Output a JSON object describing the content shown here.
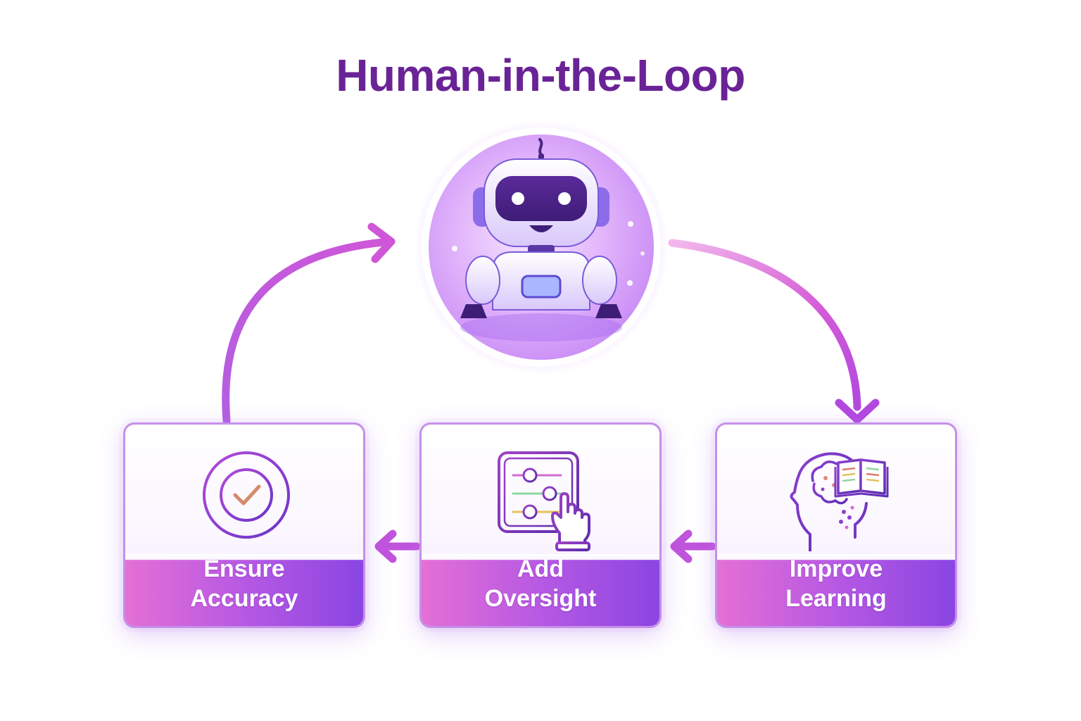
{
  "title": "Human-in-the-Loop",
  "cards": [
    {
      "id": "accuracy",
      "line1": "Ensure",
      "line2": "Accuracy",
      "icon": "target-check-icon"
    },
    {
      "id": "oversight",
      "line1": "Add",
      "line2": "Oversight",
      "icon": "control-panel-hand-icon"
    },
    {
      "id": "learning",
      "line1": "Improve",
      "line2": "Learning",
      "icon": "head-book-icon"
    }
  ],
  "center": {
    "icon": "robot-icon"
  },
  "colors": {
    "title": "#6a2396",
    "accent": "#b659e3",
    "band_start": "#e46fd6",
    "band_end": "#8b45e2",
    "arrow": "#c04fd9"
  }
}
